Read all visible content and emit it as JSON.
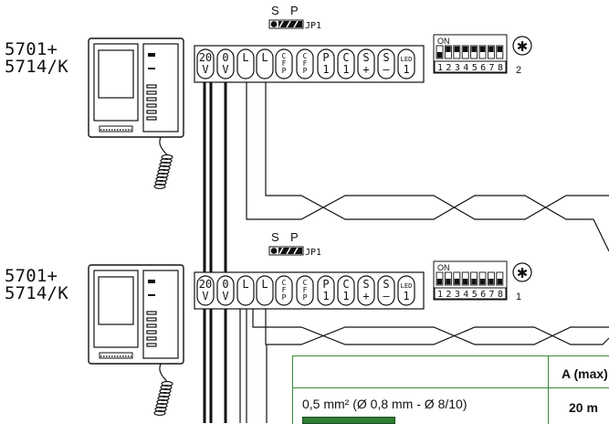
{
  "units": [
    {
      "model_line1": "5701+",
      "model_line2": "5714/K",
      "jumper": {
        "label_s": "S",
        "label_p": "P",
        "name": "JP1"
      },
      "terminals": [
        {
          "top": "20",
          "bottom": "V"
        },
        {
          "top": "0",
          "bottom": "V"
        },
        {
          "top": "L",
          "bottom": ""
        },
        {
          "top": "L",
          "bottom": ""
        },
        {
          "top": "C",
          "mid": "F",
          "bottom": "P"
        },
        {
          "top": "C",
          "mid": "F",
          "bottom": "P"
        },
        {
          "top": "P",
          "bottom": "1"
        },
        {
          "top": "C",
          "bottom": "1"
        },
        {
          "top": "S",
          "bottom": "+"
        },
        {
          "top": "S",
          "bottom": "—"
        },
        {
          "top": "LED",
          "bottom": "1"
        }
      ],
      "dip": {
        "on_label": "ON",
        "digits": "12345678",
        "setting": "2",
        "star": "✱"
      }
    },
    {
      "model_line1": "5701+",
      "model_line2": "5714/K",
      "jumper": {
        "label_s": "S",
        "label_p": "P",
        "name": "JP1"
      },
      "terminals": [
        {
          "top": "20",
          "bottom": "V"
        },
        {
          "top": "0",
          "bottom": "V"
        },
        {
          "top": "L",
          "bottom": ""
        },
        {
          "top": "L",
          "bottom": ""
        },
        {
          "top": "C",
          "mid": "F",
          "bottom": "P"
        },
        {
          "top": "C",
          "mid": "F",
          "bottom": "P"
        },
        {
          "top": "P",
          "bottom": "1"
        },
        {
          "top": "C",
          "bottom": "1"
        },
        {
          "top": "S",
          "bottom": "+"
        },
        {
          "top": "S",
          "bottom": "—"
        },
        {
          "top": "LED",
          "bottom": "1"
        }
      ],
      "dip": {
        "on_label": "ON",
        "digits": "12345678",
        "setting": "1",
        "star": "✱"
      }
    }
  ],
  "cable_table": {
    "header": "A (max)",
    "row_label": "0,5 mm² (Ø 0,8 mm - Ø 8/10)",
    "row_value": "20 m"
  },
  "colors": {
    "ink": "#111111",
    "table_border": "#3a8a3a",
    "cable_bar": "#2e7d32"
  }
}
